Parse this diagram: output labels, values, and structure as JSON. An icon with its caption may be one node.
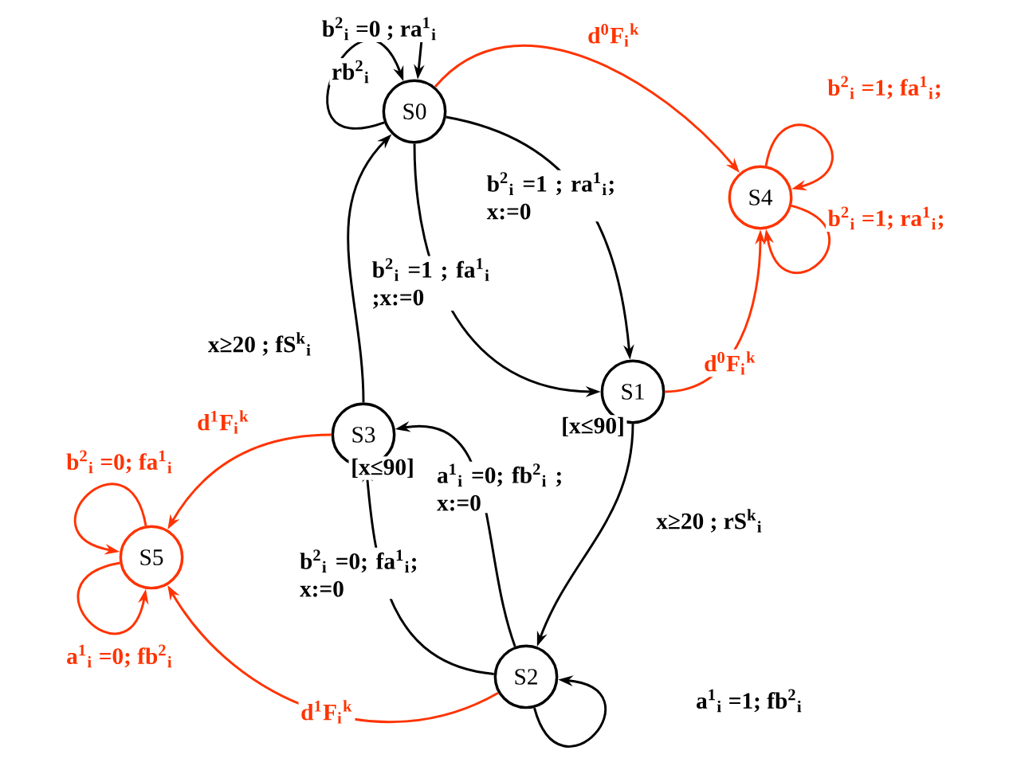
{
  "diagram": {
    "nodes": [
      {
        "text": [
          "S0"
        ]
      },
      {
        "text": [
          "S4"
        ]
      },
      {
        "text": [
          "S1"
        ]
      },
      {
        "text": [
          "S3"
        ]
      },
      {
        "text": [
          "S5"
        ]
      },
      {
        "text": [
          "S2"
        ]
      }
    ],
    "edges": [
      {
        "from": null,
        "to": 0,
        "arrow": "to"
      },
      {
        "from": 0,
        "to": 0,
        "arrow": "to",
        "label": "b$^{2}$$_{i}$ =0 ; ra$^{1}$$_{i}$"
      },
      {
        "from": 0,
        "to": 1,
        "arrow": "to",
        "label": "d$^{0}$F$_{i}$$^{k}$",
        "color": "#ff3300"
      },
      {
        "from": 1,
        "to": 1,
        "arrow": "to",
        "label": "b$^{2}$$_{i}$ =1; fa$^{1}$$_{i}$;",
        "color": "#ff3300"
      },
      {
        "from": 1,
        "to": 1,
        "arrow": "to",
        "label": "b$^{2}$$_{i}$ =1; ra$^{1}$$_{i}$;",
        "color": "#ff3300"
      },
      {
        "from": 0,
        "to": 2,
        "arrow": "to",
        "label": "b$^{2}$$_{i}$ =1 ; ra$^{1}$$_{i}$; x:=0"
      },
      {
        "from": 0,
        "to": 2,
        "arrow": "to",
        "label": "b$^{2}$$_{i}$ =1 ; fa$^{1}$$_{i}$ ;x:=0"
      },
      {
        "from": 2,
        "to": 1,
        "arrow": "to",
        "label": "d$^{0}$F$_{i}$$^{k}$",
        "color": "#ff3300"
      },
      {
        "from": 2,
        "to": 5,
        "arrow": "to",
        "label": "x≥20 ; rS$^{k}$$_{i}$"
      },
      {
        "from": 5,
        "to": 5,
        "arrow": "to",
        "label": "a$^{1}$$_{i}$ =1; fb$^{2}$$_{i}$"
      },
      {
        "from": 5,
        "to": 3,
        "arrow": "to",
        "label": "a$^{1}$$_{i}$ =0; fb$^{2}$$_{i}$ ; x:=0"
      },
      {
        "from": 5,
        "to": 3,
        "arrow": "to",
        "label": "b$^{2}$$_{i}$ =0; fa$^{1}$$_{i}$; x:=0"
      },
      {
        "from": 3,
        "to": 0,
        "arrow": "to",
        "label": "x≥20 ; fS$^{k}$$_{i}$"
      },
      {
        "from": 3,
        "to": 4,
        "arrow": "to",
        "label": "d$^{1}$F$_{i}$$^{k}$",
        "color": "#ff3300"
      },
      {
        "from": 5,
        "to": 4,
        "arrow": "to",
        "label": "d$^{1}$F$_{i}$$^{k}$",
        "color": "#ff3300"
      },
      {
        "from": 4,
        "to": 4,
        "arrow": "to",
        "label": "b$^{2}$$_{i}$ =0; fa$^{1}$$_{i}$",
        "color": "#ff3300"
      },
      {
        "from": 4,
        "to": 4,
        "arrow": "to",
        "label": "a$^{1}$$_{i}$ =0; fb$^{2}$$_{i}$",
        "color": "#ff3300"
      }
    ],
    "labels": [
      "rb$^{2}$$_{i}$",
      "[x≤90]",
      "[x≤90]"
    ]
  }
}
